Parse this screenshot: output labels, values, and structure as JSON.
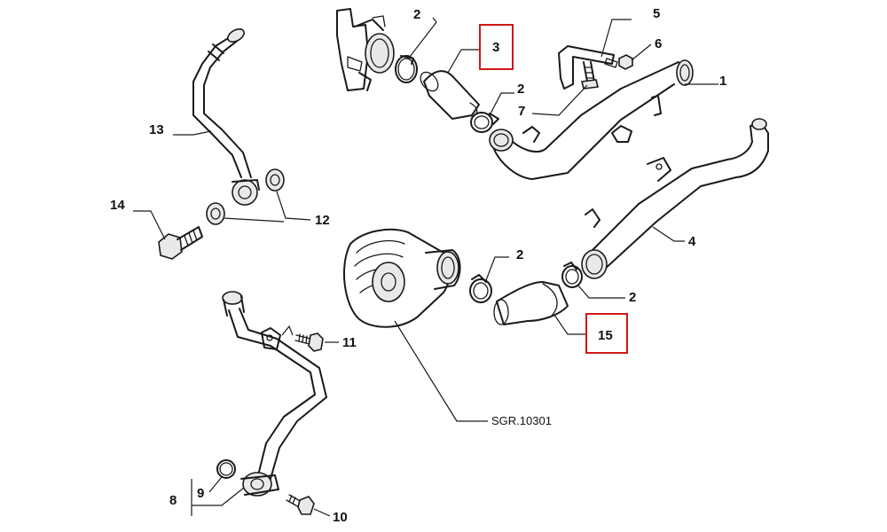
{
  "callouts": [
    {
      "id": "c1",
      "text": "1"
    },
    {
      "id": "c2a",
      "text": "2"
    },
    {
      "id": "c2b",
      "text": "2"
    },
    {
      "id": "c2c",
      "text": "2"
    },
    {
      "id": "c2d",
      "text": "2"
    },
    {
      "id": "c3",
      "text": "3",
      "highlighted": true
    },
    {
      "id": "c4",
      "text": "4"
    },
    {
      "id": "c5",
      "text": "5"
    },
    {
      "id": "c6",
      "text": "6"
    },
    {
      "id": "c7",
      "text": "7"
    },
    {
      "id": "c8",
      "text": "8"
    },
    {
      "id": "c9",
      "text": "9"
    },
    {
      "id": "c10",
      "text": "10"
    },
    {
      "id": "c11",
      "text": "11"
    },
    {
      "id": "c12",
      "text": "12"
    },
    {
      "id": "c13",
      "text": "13"
    },
    {
      "id": "c14",
      "text": "14"
    },
    {
      "id": "c15",
      "text": "15",
      "highlighted": true
    }
  ],
  "drawing_reference": "SGR.10301",
  "highlight_color": "#d01818"
}
